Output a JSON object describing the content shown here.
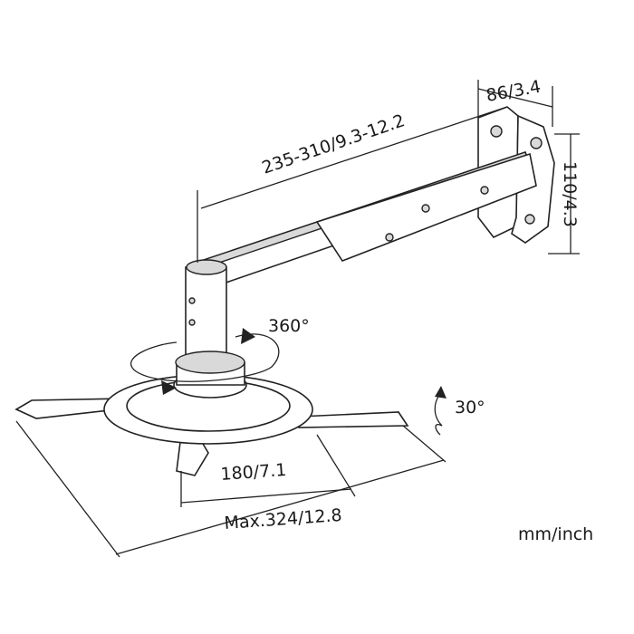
{
  "title": "Projector ceiling/wall mount dimensions",
  "dimensions": {
    "wall_plate_depth": "86/3.4",
    "arm_extension": "235-310/9.3-12.2",
    "wall_plate_height": "110/4.3",
    "plate_diameter": "180/7.1",
    "max_span": "Max.324/12.8"
  },
  "rotations": {
    "swivel": "360°",
    "tilt": "30°"
  },
  "units": "mm/inch"
}
